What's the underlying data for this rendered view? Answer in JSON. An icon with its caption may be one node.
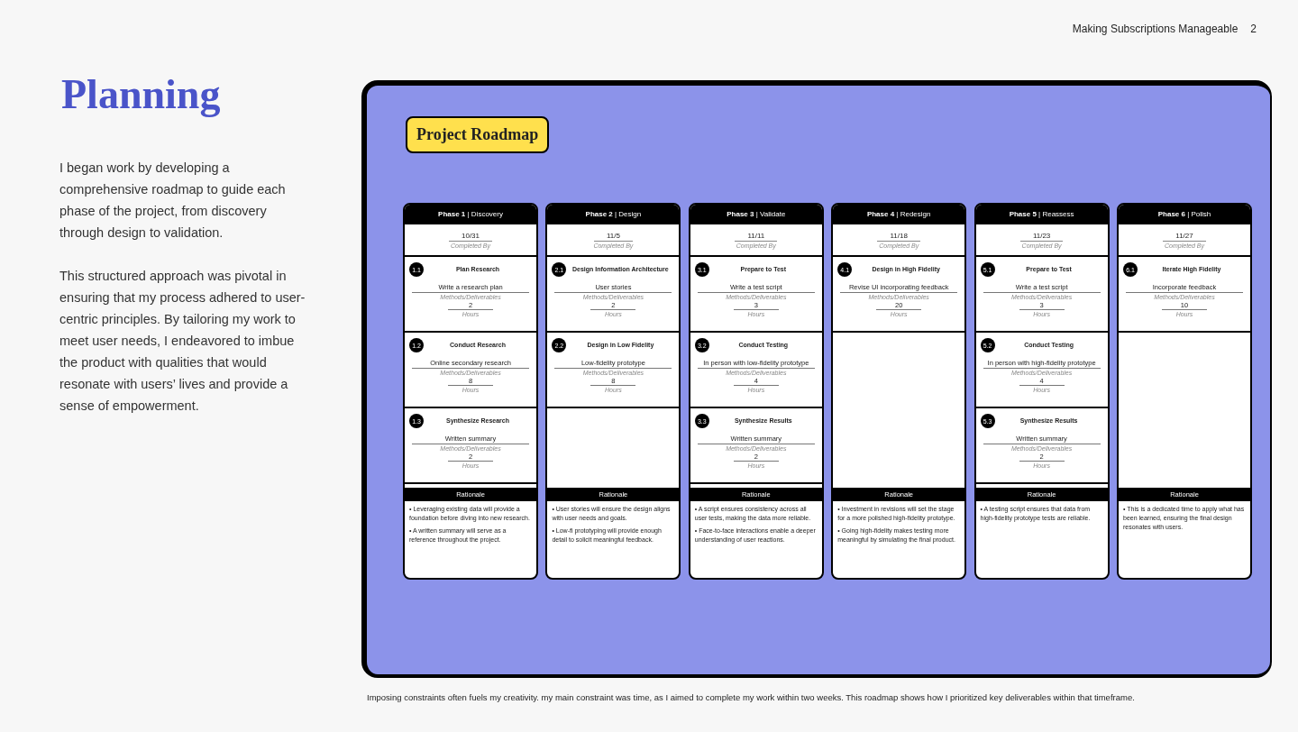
{
  "diagram": {
    "title": "Planning",
    "caption": "Imposing constraints often fuels my creativity. my main constraint was time, as I aimed to complete my work within two weeks. This roadmap shows how I prioritized key deliverables within that timeframe.",
    "nodes": [
      {
        "text": [],
        "shape": "box"
      },
      {
        "text": [
          "Project Roadmap"
        ],
        "in": 0
      },
      {
        "text": [
          "**Phase 1** | Discovery"
        ],
        "in": 0
      },
      {
        "text": [
          "10/31",
          "Completed By"
        ],
        "in": 2
      },
      {
        "text": [
          "1.1",
          "Plan Research",
          "Write a research plan",
          "Methods/Deliverables",
          "2",
          "Hours"
        ],
        "in": 2
      },
      {
        "text": [
          "1.2",
          "Conduct Research",
          "Online secondary research",
          "Methods/Deliverables",
          "8",
          "Hours"
        ],
        "in": 2
      },
      {
        "text": [
          "1.3",
          "Synthesize Research",
          "Written summary",
          "Methods/Deliverables",
          "2",
          "Hours"
        ],
        "in": 2
      },
      {
        "text": [
          "Rationale",
          "• Leveraging existing data will provide a foundation before diving into new research.",
          "• A written summary will serve as a reference throughout the project."
        ],
        "in": 2
      },
      {
        "text": [
          "**Phase 2** | Design"
        ],
        "in": 0
      },
      {
        "text": [
          "11/5",
          "Completed By"
        ],
        "in": 8
      },
      {
        "text": [
          "2.1",
          "Design Information Architecture",
          "User stories",
          "Methods/Deliverables",
          "2",
          "Hours"
        ],
        "in": 8
      },
      {
        "text": [
          "2.2",
          "Design in Low Fidelity",
          "Low-fidelity prototype",
          "Methods/Deliverables",
          "8",
          "Hours"
        ],
        "in": 8
      },
      {
        "text": [
          "Rationale",
          "• User stories will ensure the design aligns with user needs and goals.",
          "• Low-fi prototyping will provide enough detail to solicit meaningful feedback."
        ],
        "in": 8
      },
      {
        "text": [
          "**Phase 3** | Validate"
        ],
        "in": 0
      },
      {
        "text": [
          "11/11",
          "Completed By"
        ],
        "in": 13
      },
      {
        "text": [
          "3.1",
          "Prepare to Test",
          "Write a test script",
          "Methods/Deliverables",
          "3",
          "Hours"
        ],
        "in": 13
      },
      {
        "text": [
          "3.2",
          "Conduct Testing",
          "In person with low-fidelity prototype",
          "Methods/Deliverables",
          "4",
          "Hours"
        ],
        "in": 13
      },
      {
        "text": [
          "3.3",
          "Synthesize Results",
          "Written summary",
          "Methods/Deliverables",
          "2",
          "Hours"
        ],
        "in": 13
      },
      {
        "text": [
          "Rationale",
          "• A script ensures consistency across all user tests, making the data more reliable.",
          "• Face-to-face interactions enable a deeper understanding of user reactions."
        ],
        "in": 13
      },
      {
        "text": [
          "**Phase 4** | Redesign"
        ],
        "in": 0
      },
      {
        "text": [
          "11/18",
          "Completed By"
        ],
        "in": 19
      },
      {
        "text": [
          "4.1",
          "Design in High Fidelity",
          "Revise UI incorporating feedback",
          "Methods/Deliverables",
          "20",
          "Hours"
        ],
        "in": 19
      },
      {
        "text": [
          "Rationale",
          "• Investment in revisions will set the stage for a more polished high-fidelity prototype.",
          "• Going high-fidelity makes testing more meaningful by simulating the final product."
        ],
        "in": 19
      },
      {
        "text": [
          "**Phase 5** | Reassess"
        ],
        "in": 0
      },
      {
        "text": [
          "11/23",
          "Completed By"
        ],
        "in": 23
      },
      {
        "text": [
          "5.1",
          "Prepare to Test",
          "Write a test script",
          "Methods/Deliverables",
          "3",
          "Hours"
        ],
        "in": 23
      },
      {
        "text": [
          "5.2",
          "Conduct Testing",
          "In person with high-fidelity prototype",
          "Methods/Deliverables",
          "4",
          "Hours"
        ],
        "in": 23
      },
      {
        "text": [
          "5.3",
          "Synthesize Results",
          "Written summary",
          "Methods/Deliverables",
          "2",
          "Hours"
        ],
        "in": 23
      },
      {
        "text": [
          "Rationale",
          "• A testing script ensures that data from high-fidelity prototype tests are reliable."
        ],
        "in": 23
      },
      {
        "text": [
          "**Phase 6** | Polish"
        ],
        "in": 0
      },
      {
        "text": [
          "11/27",
          "Completed By"
        ],
        "in": 29
      },
      {
        "text": [
          "6.1",
          "Iterate High Fidelity",
          "Incorporate feedback",
          "Methods/Deliverables",
          "10",
          "Hours"
        ],
        "in": 29
      },
      {
        "text": [
          "Rationale",
          "• This is a dedicated time to apply what has been learned, ensuring the final design resonates with users."
        ],
        "in": 29
      }
    ],
    "labels": [
      "Making Subscriptions Manageable",
      "2",
      "I began work by developing a comprehensive roadmap to guide each phase of the project, from discovery through design to validation.",
      "This structured approach was pivotal in ensuring that my process adhered to user-centric principles. By tailoring my work to meet user needs, I endeavored to imbue the product with qualities that would resonate with users’ lives and provide a sense of empowerment."
    ]
  }
}
